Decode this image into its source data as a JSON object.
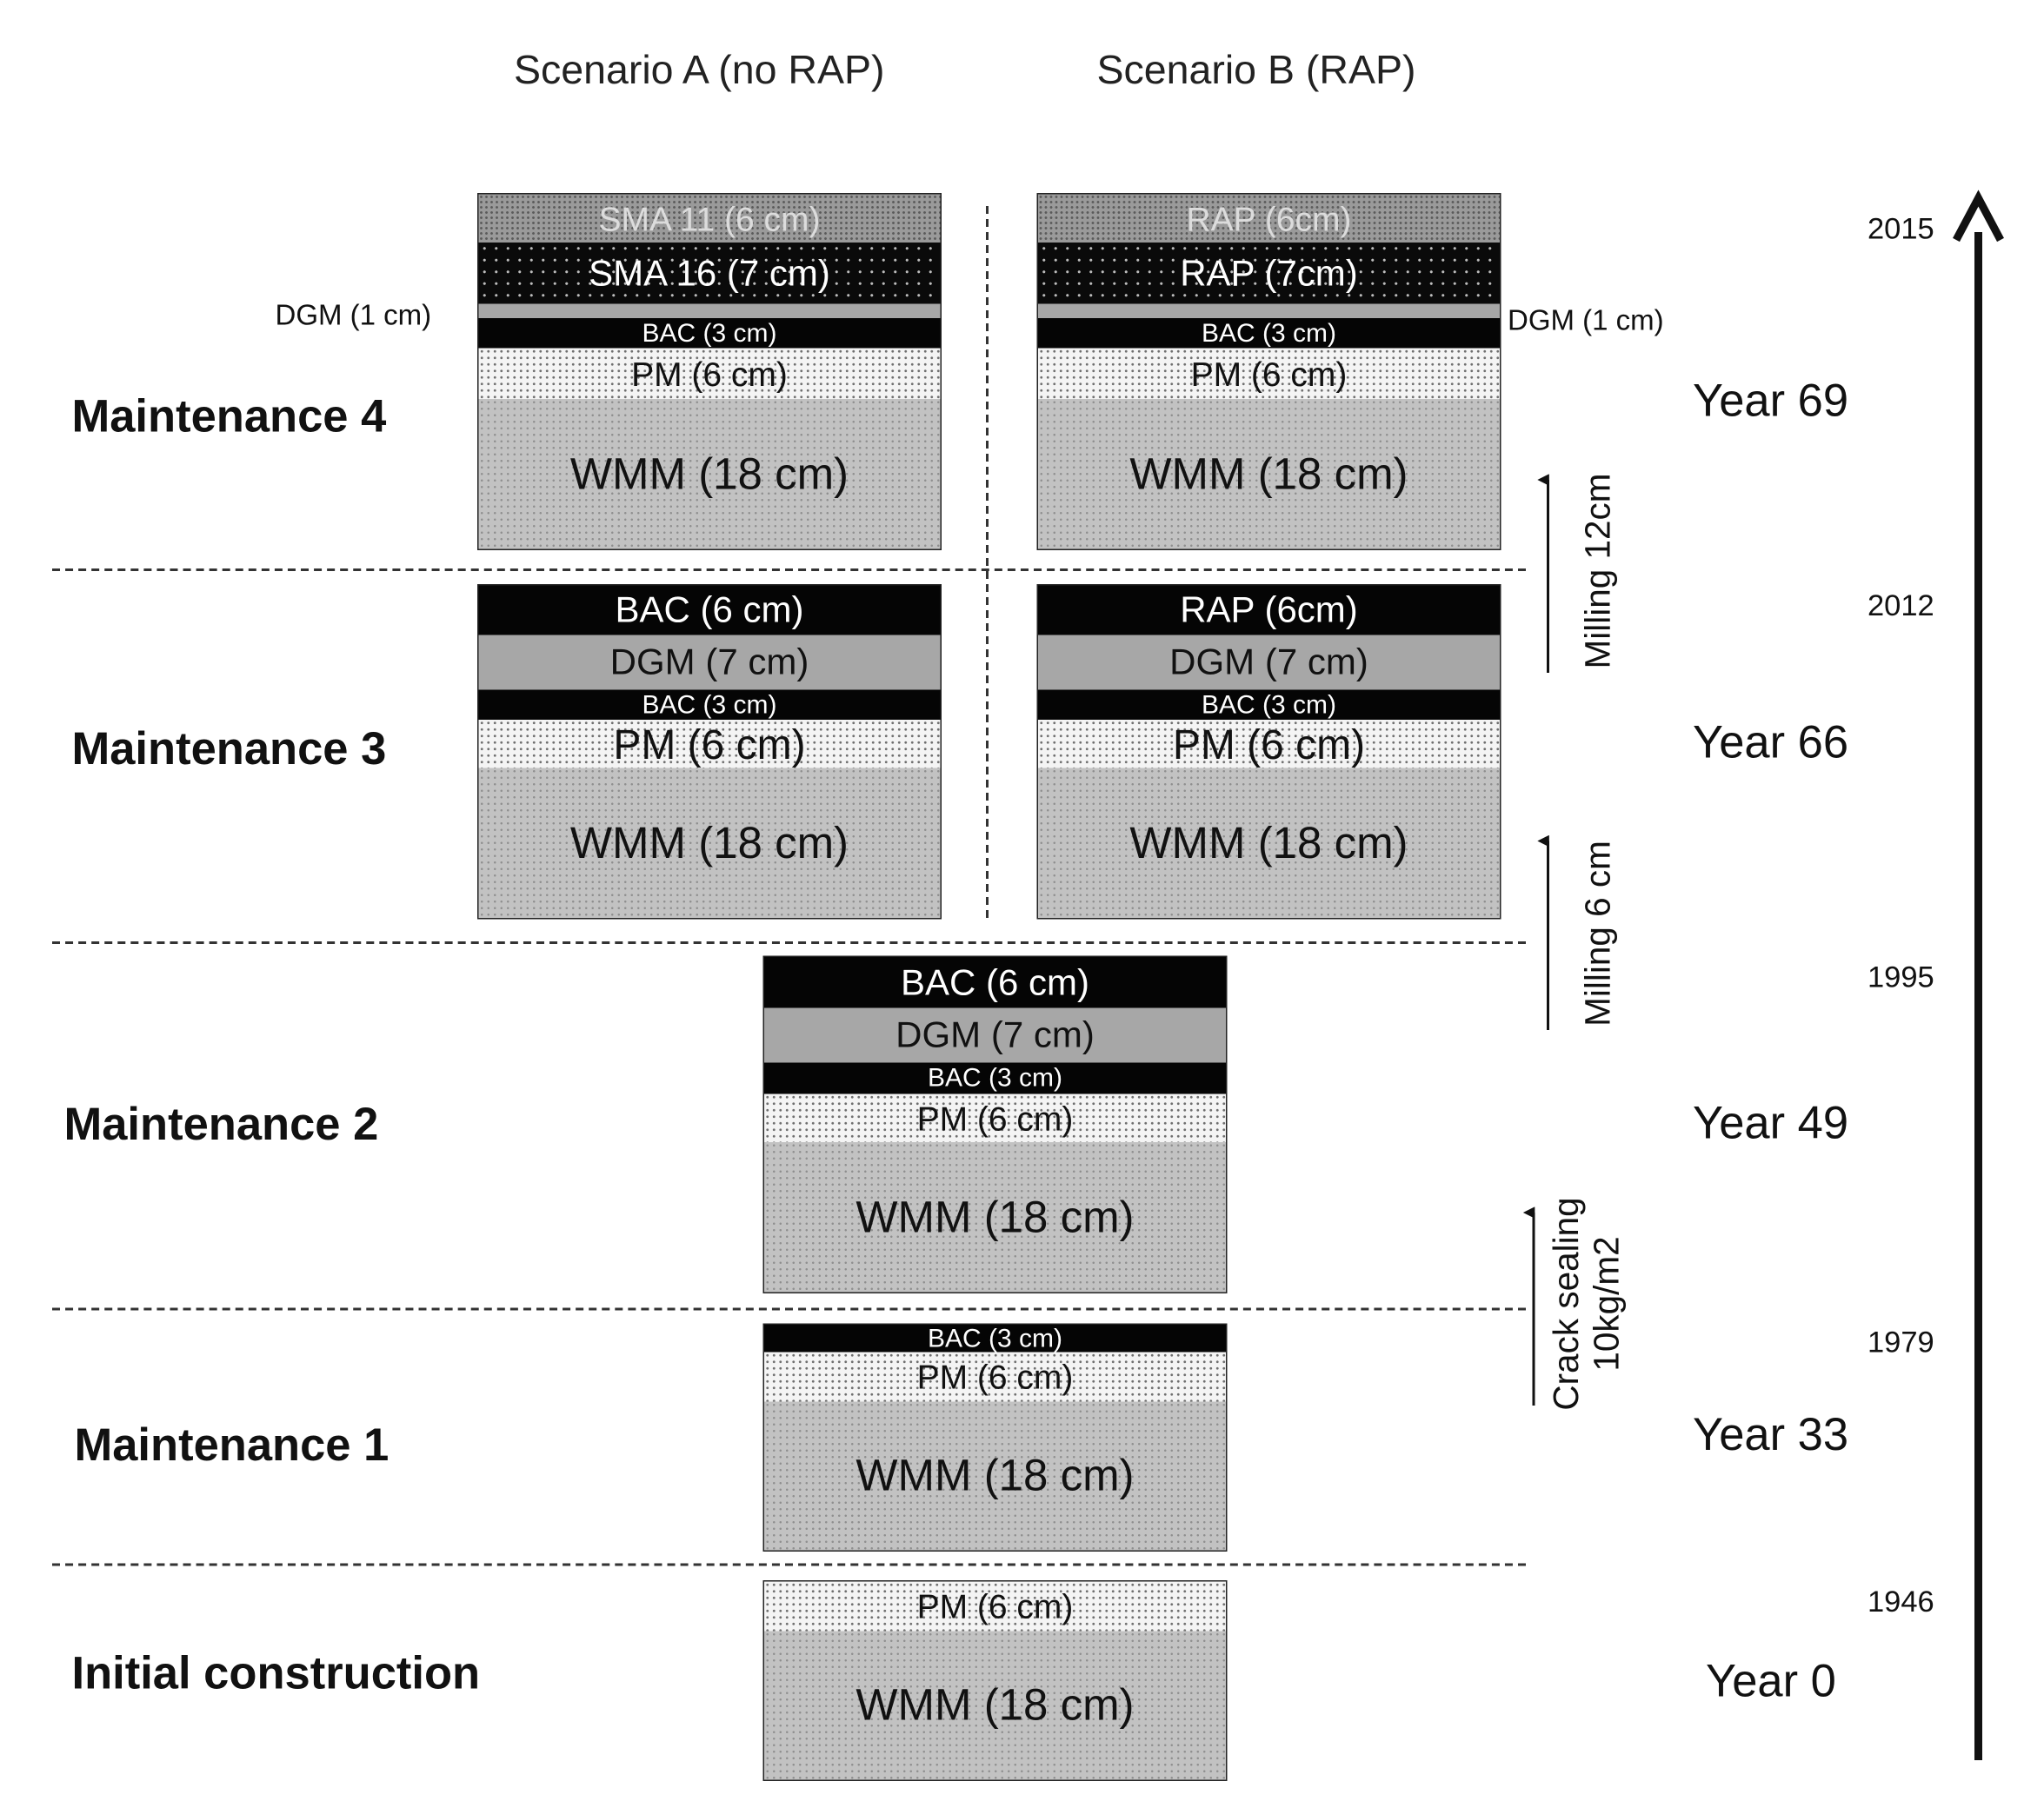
{
  "headers": {
    "scenario_a": "Scenario A (no RAP)",
    "scenario_b": "Scenario B (RAP)"
  },
  "stages": [
    {
      "label": "Maintenance 4",
      "year": "Year 69",
      "calendar": "2015"
    },
    {
      "label": "Maintenance 3",
      "year": "Year 66",
      "calendar": "2012"
    },
    {
      "label": "Maintenance 2",
      "year": "Year 49",
      "calendar": "1995"
    },
    {
      "label": "Maintenance 1",
      "year": "Year 33",
      "calendar": "1979"
    },
    {
      "label": "Initial construction",
      "year": "Year 0",
      "calendar": "1946"
    }
  ],
  "columns": {
    "m4_a": [
      {
        "material": "SMA11",
        "text": "SMA 11 (6 cm)"
      },
      {
        "material": "SMA16",
        "text": "SMA 16 (7 cm)"
      },
      {
        "material": "DGM",
        "text": ""
      },
      {
        "material": "BAC",
        "text": "BAC (3 cm)"
      },
      {
        "material": "PM",
        "text": "PM (6 cm)"
      },
      {
        "material": "WMM",
        "text": "WMM (18 cm)"
      }
    ],
    "m4_b": [
      {
        "material": "SMA11",
        "text": "RAP (6cm)"
      },
      {
        "material": "SMA16",
        "text": "RAP (7cm)"
      },
      {
        "material": "DGM",
        "text": ""
      },
      {
        "material": "BAC",
        "text": "BAC (3 cm)"
      },
      {
        "material": "PM",
        "text": "PM (6 cm)"
      },
      {
        "material": "WMM",
        "text": "WMM (18 cm)"
      }
    ],
    "m3_a": [
      {
        "material": "BAC",
        "text": "BAC (6 cm)"
      },
      {
        "material": "DGM",
        "text": "DGM (7 cm)"
      },
      {
        "material": "BAC",
        "text": "BAC (3 cm)"
      },
      {
        "material": "PM",
        "text": "PM (6 cm)"
      },
      {
        "material": "WMM",
        "text": "WMM (18 cm)"
      }
    ],
    "m3_b": [
      {
        "material": "BAC",
        "text": "RAP (6cm)"
      },
      {
        "material": "DGM",
        "text": "DGM (7 cm)"
      },
      {
        "material": "BAC",
        "text": "BAC (3 cm)"
      },
      {
        "material": "PM",
        "text": "PM (6 cm)"
      },
      {
        "material": "WMM",
        "text": "WMM (18 cm)"
      }
    ],
    "m2": [
      {
        "material": "BAC",
        "text": "BAC (6 cm)"
      },
      {
        "material": "DGM",
        "text": "DGM (7 cm)"
      },
      {
        "material": "BAC",
        "text": "BAC (3 cm)"
      },
      {
        "material": "PM",
        "text": "PM (6 cm)"
      },
      {
        "material": "WMM",
        "text": "WMM (18 cm)"
      }
    ],
    "m1": [
      {
        "material": "BAC",
        "text": "BAC (3 cm)"
      },
      {
        "material": "PM",
        "text": "PM (6 cm)"
      },
      {
        "material": "WMM",
        "text": "WMM (18 cm)"
      }
    ],
    "initial": [
      {
        "material": "PM",
        "text": "PM (6 cm)"
      },
      {
        "material": "WMM",
        "text": "WMM (18 cm)"
      }
    ]
  },
  "dgm_callouts": {
    "scenario_a": "DGM (1 cm)",
    "scenario_b": "DGM (1 cm)"
  },
  "processes": {
    "milling_12": "Milling 12cm",
    "milling_6": "Milling 6 cm",
    "crack_sealing_line1": "Crack sealing",
    "crack_sealing_line2": "10kg/m2"
  }
}
